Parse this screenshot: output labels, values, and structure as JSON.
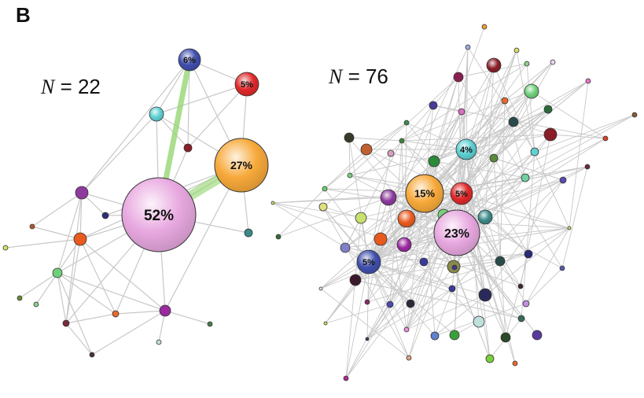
{
  "panel_label": "B",
  "networks": [
    {
      "n_label": "N",
      "n_eq": " = 22",
      "hubs": [
        {
          "label": "52%",
          "color": "pink"
        },
        {
          "label": "27%",
          "color": "orange"
        },
        {
          "label": "6%",
          "color": "blue"
        },
        {
          "label": "5%",
          "color": "red"
        }
      ]
    },
    {
      "n_label": "N",
      "n_eq": " = 76",
      "hubs": [
        {
          "label": "23%",
          "color": "pink"
        },
        {
          "label": "15%",
          "color": "orange"
        },
        {
          "label": "5%",
          "color": "red"
        },
        {
          "label": "5%",
          "color": "blue"
        },
        {
          "label": "4%",
          "color": "cyan"
        }
      ]
    }
  ],
  "colors": {
    "edge": "#c8c8c8",
    "highlight_edge": "#8fd46a",
    "pink": "#e8a8e0",
    "orange": "#f7a93a",
    "blue": "#3f4fae",
    "red": "#e0282a",
    "cyan": "#5ccfd3"
  }
}
